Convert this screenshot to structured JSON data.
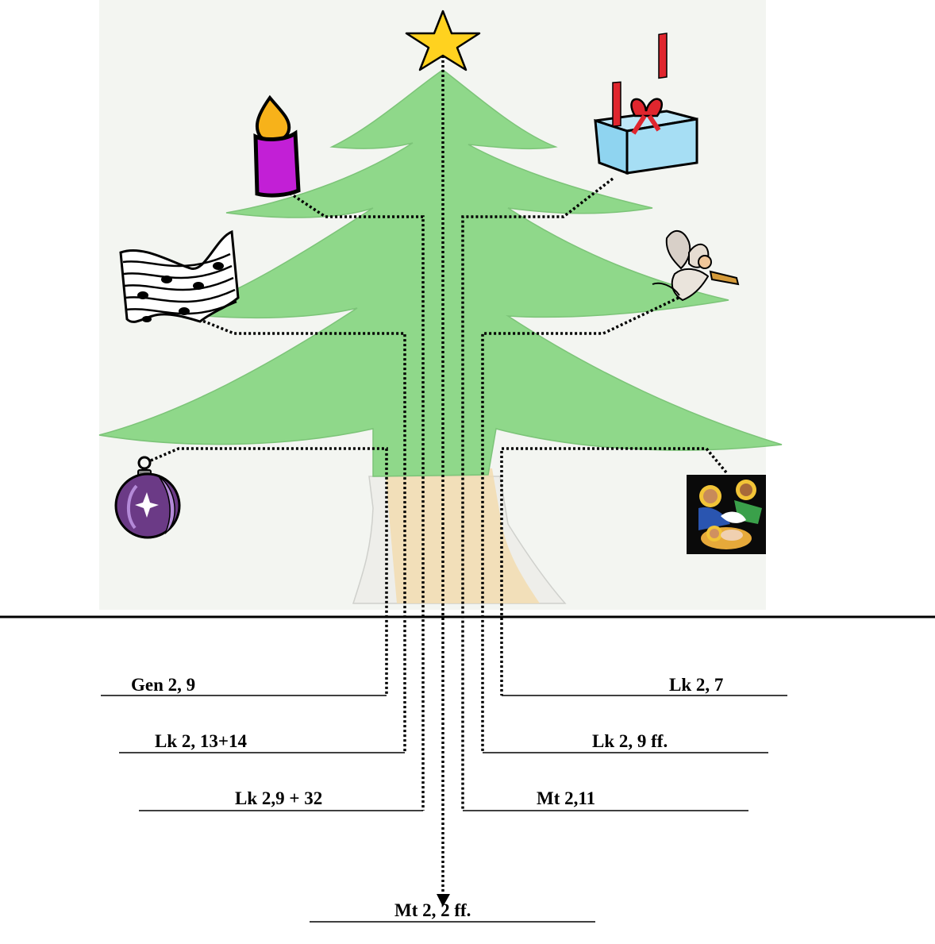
{
  "references": {
    "ornament": "Gen 2, 9",
    "music": "Lk 2, 13+14",
    "candle": "Lk 2,9 + 32",
    "nativity": "Lk 2, 7",
    "angel": "Lk 2, 9 ff.",
    "gift": "Mt 2,11",
    "star": "Mt 2, 2 ff."
  },
  "colors": {
    "tree_green": "#8fd88a",
    "trunk": "#f2dcb0",
    "background_paper": "#f3f5f1",
    "star": "#ffd21f",
    "candle_body": "#c21fd6",
    "candle_flame": "#f7b21a",
    "gift_box": "#8fd4f0",
    "gift_ribbon": "#e0262e",
    "ornament": "#6b3a86"
  },
  "icons": [
    "star-icon",
    "candle-icon",
    "gift-icon",
    "music-sheet-icon",
    "angel-icon",
    "ornament-icon",
    "nativity-icon"
  ]
}
